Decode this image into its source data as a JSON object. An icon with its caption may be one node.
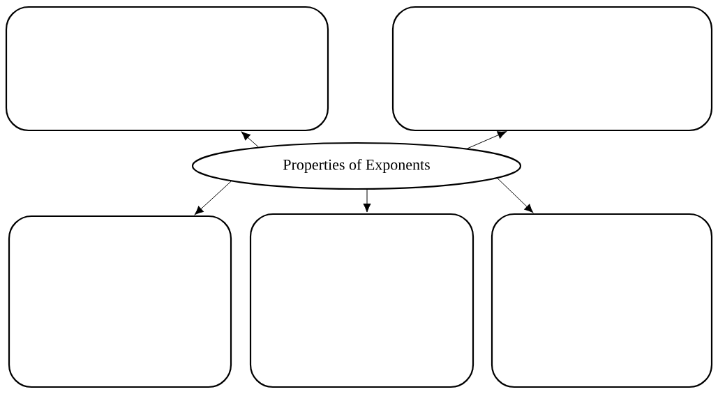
{
  "diagram": {
    "nodes": [
      {
        "text": [],
        "shape": "box"
      },
      {
        "text": [],
        "shape": "box"
      },
      {
        "text": [
          "Properties of Exponents"
        ]
      },
      {
        "text": [],
        "shape": "box"
      },
      {
        "text": [],
        "shape": "box"
      },
      {
        "text": [],
        "shape": "box"
      }
    ],
    "edges": [
      {
        "from": 2,
        "to": 0,
        "arrow": "to"
      },
      {
        "from": 2,
        "to": 1,
        "arrow": "to"
      },
      {
        "from": 2,
        "to": 3,
        "arrow": "to"
      },
      {
        "from": 2,
        "to": 4,
        "arrow": "to"
      },
      {
        "from": 2,
        "to": 5,
        "arrow": "to"
      }
    ]
  }
}
